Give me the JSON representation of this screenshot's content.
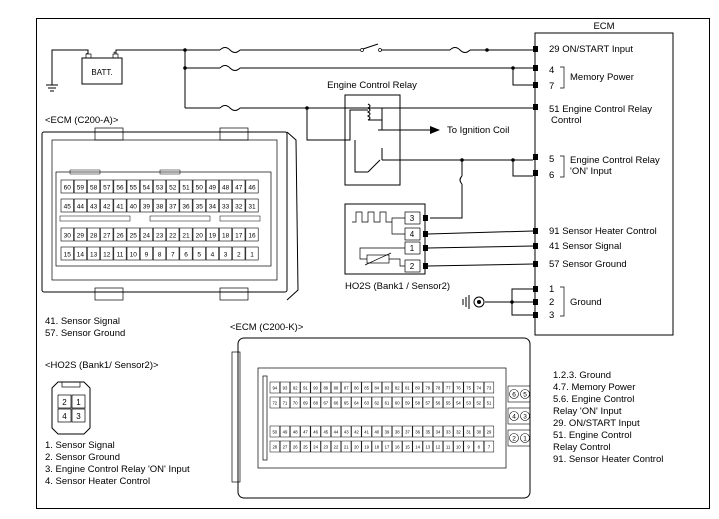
{
  "ecm": {
    "title": "ECM",
    "pins": [
      {
        "id": "29",
        "label": "29 ON/START Input"
      },
      {
        "id": "4",
        "label": "4"
      },
      {
        "id": "7",
        "label": "7"
      },
      {
        "id": "51",
        "label": "51 Engine Control Relay"
      },
      {
        "id": "5",
        "label": "5"
      },
      {
        "id": "6",
        "label": "6"
      },
      {
        "id": "91",
        "label": "91 Sensor Heater Control"
      },
      {
        "id": "41",
        "label": "41 Sensor Signal"
      },
      {
        "id": "57",
        "label": "57 Sensor Ground"
      },
      {
        "id": "1",
        "label": "1"
      },
      {
        "id": "2",
        "label": "2"
      },
      {
        "id": "3",
        "label": "3"
      }
    ],
    "memory_power": "Memory Power",
    "control": "Control",
    "ecr_on_1": "Engine Control Relay",
    "ecr_on_2": "'ON' Input",
    "ground": "Ground"
  },
  "battery": "BATT.",
  "relay_title": "Engine Control Relay",
  "ignition": "To Ignition Coil",
  "ho2s": {
    "label": "HO2S (Bank1 / Sensor2)",
    "pins": [
      "3",
      "4",
      "1",
      "2"
    ]
  },
  "conn_a": {
    "title": "<ECM (C200-A)>",
    "rows": [
      [
        "60",
        "59",
        "58",
        "57",
        "56",
        "55",
        "54",
        "53",
        "52",
        "51",
        "50",
        "49",
        "48",
        "47",
        "46"
      ],
      [
        "45",
        "44",
        "43",
        "42",
        "41",
        "40",
        "39",
        "38",
        "37",
        "36",
        "35",
        "34",
        "33",
        "32",
        "31"
      ],
      [
        "30",
        "29",
        "28",
        "27",
        "26",
        "25",
        "24",
        "23",
        "22",
        "21",
        "20",
        "19",
        "18",
        "17",
        "16"
      ],
      [
        "15",
        "14",
        "13",
        "12",
        "11",
        "10",
        "9",
        "8",
        "7",
        "6",
        "5",
        "4",
        "3",
        "2",
        "1"
      ]
    ],
    "notes": [
      "41. Sensor Signal",
      "57. Sensor Ground"
    ]
  },
  "conn_k": {
    "title": "<ECM (C200-K)>",
    "rows": [
      [
        "94",
        "93",
        "92",
        "91",
        "90",
        "89",
        "88",
        "87",
        "86",
        "85",
        "84",
        "83",
        "82",
        "81",
        "80",
        "79",
        "78",
        "77",
        "76",
        "75",
        "74",
        "73"
      ],
      [
        "72",
        "71",
        "70",
        "69",
        "68",
        "67",
        "66",
        "65",
        "64",
        "63",
        "62",
        "61",
        "60",
        "59",
        "58",
        "57",
        "56",
        "55",
        "54",
        "53",
        "52",
        "51"
      ],
      [
        "50",
        "49",
        "48",
        "47",
        "46",
        "45",
        "44",
        "43",
        "42",
        "41",
        "40",
        "39",
        "38",
        "37",
        "36",
        "35",
        "34",
        "33",
        "32",
        "31",
        "30",
        "29"
      ],
      [
        "28",
        "27",
        "26",
        "25",
        "24",
        "23",
        "22",
        "21",
        "20",
        "19",
        "18",
        "17",
        "16",
        "15",
        "14",
        "13",
        "12",
        "11",
        "10",
        "9",
        "8",
        "7"
      ]
    ],
    "side_top": [
      "6",
      "5"
    ],
    "side_mid": [
      "4",
      "3"
    ],
    "side_bot": [
      "2",
      "1"
    ],
    "notes": [
      "1.2.3. Ground",
      "4.7. Memory Power",
      "5.6. Engine Control",
      "Relay 'ON' Input",
      "29. ON/START Input",
      "51. Engine Control",
      "Relay Control",
      "91. Sensor Heater Control"
    ]
  },
  "conn_ho2s": {
    "title": "<HO2S (Bank1/ Sensor2)>",
    "grid": [
      "2",
      "1",
      "4",
      "3"
    ],
    "notes": [
      "1. Sensor Signal",
      "2. Sensor Ground",
      "3. Engine Control Relay 'ON' Input",
      "4. Sensor Heater Control"
    ]
  }
}
